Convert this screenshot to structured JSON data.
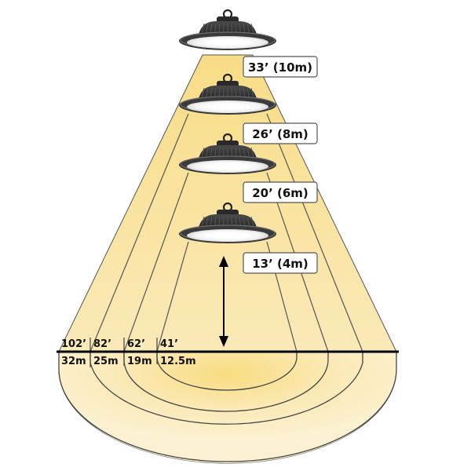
{
  "heights": [
    {
      "feet": "33’",
      "meters": "(10m)",
      "label": "33’ (10m)"
    },
    {
      "feet": "26’",
      "meters": "(8m)",
      "label": "26’ (8m)"
    },
    {
      "feet": "20’",
      "meters": "(6m)",
      "label": "20’ (6m)"
    },
    {
      "feet": "13’",
      "meters": "(4m)",
      "label": "13’ (4m)"
    }
  ],
  "coverage": [
    {
      "feet": "102’",
      "meters": "32m"
    },
    {
      "feet": "82’",
      "meters": "25m"
    },
    {
      "feet": "62’",
      "meters": "19m"
    },
    {
      "feet": "41’",
      "meters": "12.5m"
    }
  ],
  "colors": {
    "beam": "#f7e7b4",
    "beam_glow": "#fbe6a0",
    "beam_edge": "#333333",
    "floor_line": "#000000",
    "fixture_body": "#2b2b2b",
    "fixture_lens": "#ffffff"
  },
  "icons": {
    "fixture": "ufo-high-bay-light-icon",
    "arrow": "double-arrow-icon"
  }
}
